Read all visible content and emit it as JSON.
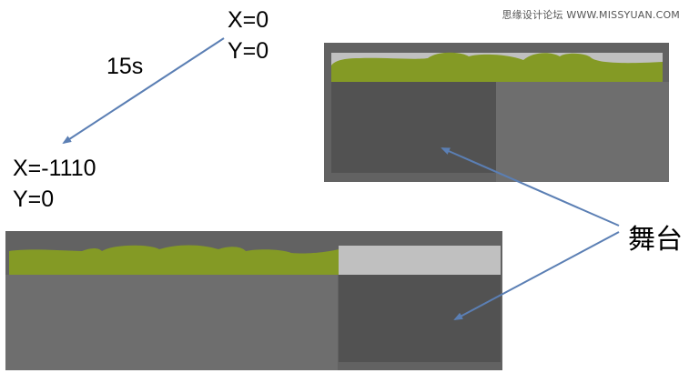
{
  "watermark": "思缘设计论坛 WWW.MISSYUAN.COM",
  "start_position": {
    "x_label": "X=0",
    "y_label": "Y=0"
  },
  "end_position": {
    "x_label": "X=-1110",
    "y_label": "Y=0"
  },
  "duration_label": "15s",
  "stage_label": "舞台",
  "colors": {
    "frame": "#626262",
    "stage": "#525252",
    "panel": "#6e6e6e",
    "strip": "#c0c0c0",
    "hills": "#849a25",
    "arrow": "#5b7fb4"
  }
}
